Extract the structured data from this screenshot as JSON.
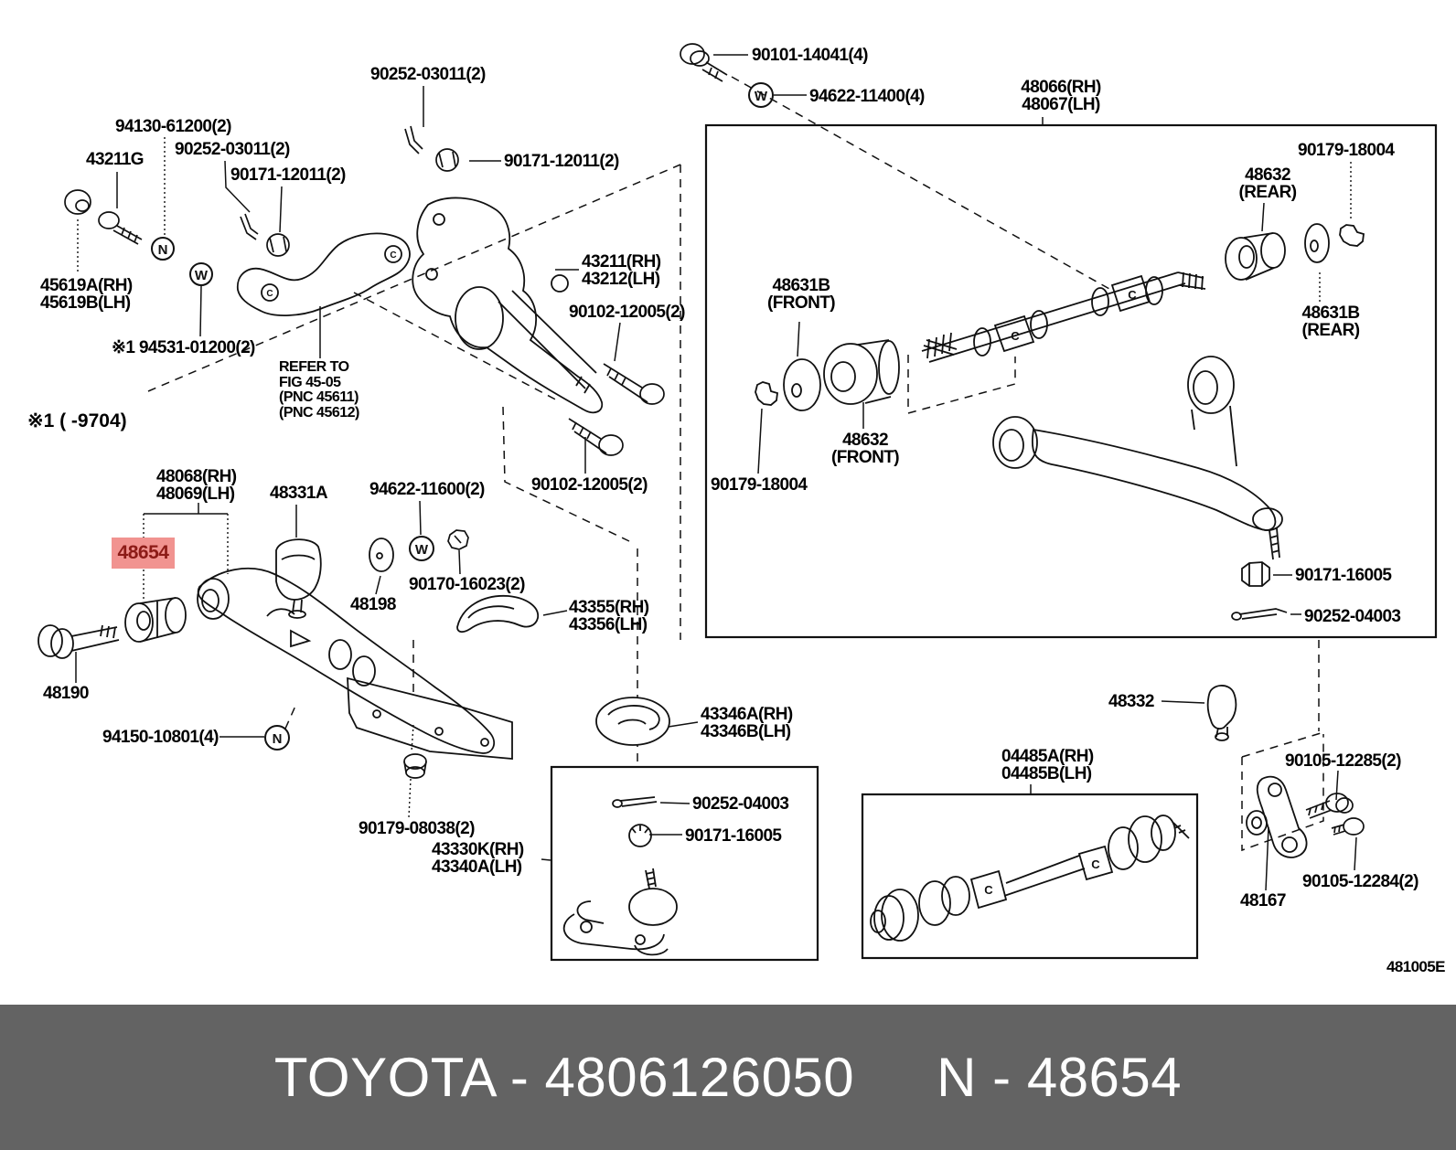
{
  "banner": {
    "brand_part": "TOYOTA - 4806126050",
    "part_ref": "N - 48654",
    "bg_color": "#636363"
  },
  "diagram_code": "481005E",
  "note_applicability": "※1 (      -9704)",
  "highlight": {
    "text": "48654",
    "bg_color": "#f19390",
    "text_color": "#8c1b17"
  },
  "glyphs": {
    "n": "N",
    "w": "W",
    "c": "C"
  },
  "labels": {
    "p90252_03011_a": {
      "text": "90252-03011(2)"
    },
    "p90101_14041": {
      "text": "90101-14041(4)"
    },
    "p94622_11400": {
      "text": "94622-11400(4)"
    },
    "p48066": {
      "text": "48066(RH)\n48067(LH)"
    },
    "p94130_61200": {
      "text": "94130-61200(2)"
    },
    "p43211G": {
      "text": "43211G"
    },
    "p90252_03011_b": {
      "text": "90252-03011(2)"
    },
    "p90171_12011_a": {
      "text": "90171-12011(2)"
    },
    "p90171_12011_b": {
      "text": "90171-12011(2)"
    },
    "p90179_18004_a": {
      "text": "90179-18004"
    },
    "p48632_rear": {
      "text": "48632\n(REAR)"
    },
    "p45619": {
      "text": "45619A(RH)\n45619B(LH)"
    },
    "p43211": {
      "text": "43211(RH)\n43212(LH)"
    },
    "p90102_12005_a": {
      "text": "90102-12005(2)"
    },
    "p48631B_front": {
      "text": "48631B\n(FRONT)"
    },
    "p48631B_rear": {
      "text": "48631B\n(REAR)"
    },
    "p94531_01200": {
      "text": "※1 94531-01200(2)"
    },
    "refer_note": {
      "text": "REFER TO\nFIG 45-05\n(PNC 45611)\n(PNC 45612)"
    },
    "p48632_front": {
      "text": "48632\n(FRONT)"
    },
    "p90179_18004_b": {
      "text": "90179-18004"
    },
    "p90102_12005_b": {
      "text": "90102-12005(2)"
    },
    "p48068": {
      "text": "48068(RH)\n48069(LH)"
    },
    "p48331A": {
      "text": "48331A"
    },
    "p94622_11600": {
      "text": "94622-11600(2)"
    },
    "p90170_16023": {
      "text": "90170-16023(2)"
    },
    "p48198": {
      "text": "48198"
    },
    "p43355": {
      "text": "43355(RH)\n43356(LH)"
    },
    "p90171_16005_a": {
      "text": "90171-16005"
    },
    "p90252_04003_a": {
      "text": "90252-04003"
    },
    "p48190": {
      "text": "48190"
    },
    "p94150_10801": {
      "text": "94150-10801(4)"
    },
    "p43346": {
      "text": "43346A(RH)\n43346B(LH)"
    },
    "p48332": {
      "text": "48332"
    },
    "p04485": {
      "text": "04485A(RH)\n04485B(LH)"
    },
    "p90105_12285": {
      "text": "90105-12285(2)"
    },
    "p90179_08038": {
      "text": "90179-08038(2)"
    },
    "p43330K": {
      "text": "43330K(RH)\n43340A(LH)"
    },
    "p90252_04003_b": {
      "text": "90252-04003"
    },
    "p90171_16005_b": {
      "text": "90171-16005"
    },
    "p90105_12284": {
      "text": "90105-12284(2)"
    },
    "p48167": {
      "text": "48167"
    }
  }
}
